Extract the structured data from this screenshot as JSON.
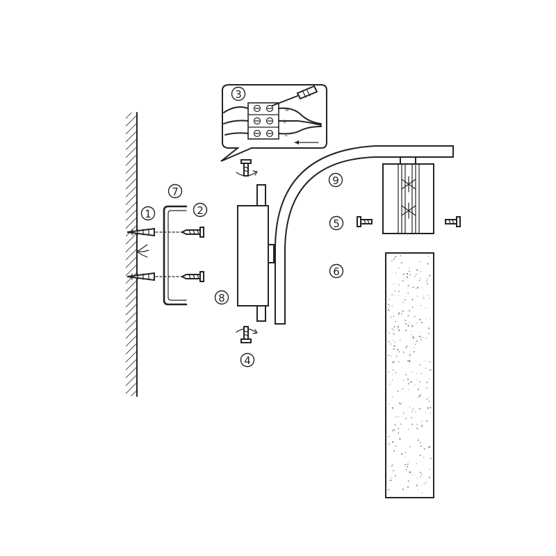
{
  "callouts": [
    {
      "id": "1",
      "label": "1",
      "part": "wall-anchor"
    },
    {
      "id": "2",
      "label": "2",
      "part": "screw"
    },
    {
      "id": "3",
      "label": "3",
      "part": "wiring-detail"
    },
    {
      "id": "4",
      "label": "4",
      "part": "bottom-screw"
    },
    {
      "id": "5",
      "label": "5",
      "part": "side-screws"
    },
    {
      "id": "6",
      "label": "6",
      "part": "glass-shade"
    },
    {
      "id": "7",
      "label": "7",
      "part": "mounting-bracket"
    },
    {
      "id": "8",
      "label": "8",
      "part": "back-plate"
    },
    {
      "id": "9",
      "label": "9",
      "part": "curved-arm"
    }
  ],
  "wiring": {
    "terminal_labels": [
      "N",
      "⏚",
      "L"
    ]
  },
  "colors": {
    "line": "#222222",
    "background": "#ffffff",
    "speckle": "#8a8a8a"
  }
}
